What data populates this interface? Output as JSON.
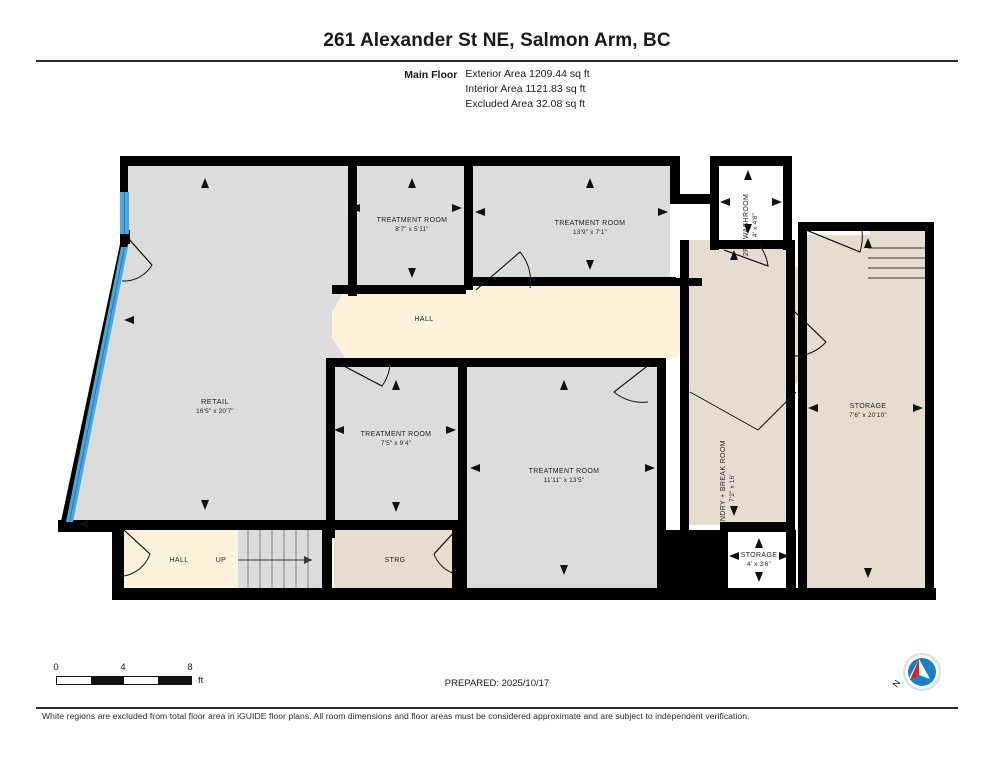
{
  "header": {
    "title": "261 Alexander St NE, Salmon Arm, BC",
    "floor_label": "Main Floor",
    "exterior_area": "Exterior Area 1209.44 sq ft",
    "interior_area": "Interior Area 1121.83 sq ft",
    "excluded_area": "Excluded Area 32.08 sq ft"
  },
  "rooms": [
    {
      "id": "retail",
      "name": "RETAIL",
      "dim": "16'5\" x 20'7\"",
      "fill": "#dcdcdc"
    },
    {
      "id": "treatment-top-1",
      "name": "TREATMENT ROOM",
      "dim": "8'7\" x 5'11\"",
      "fill": "#dcdcdc"
    },
    {
      "id": "treatment-top-2",
      "name": "TREATMENT ROOM",
      "dim": "13'9\" x 7'1\"",
      "fill": "#dcdcdc"
    },
    {
      "id": "treatment-mid",
      "name": "TREATMENT ROOM",
      "dim": "7'5\" x 9'4\"",
      "fill": "#dcdcdc"
    },
    {
      "id": "treatment-low",
      "name": "TREATMENT ROOM",
      "dim": "11'11\" x 13'5\"",
      "fill": "#dcdcdc"
    },
    {
      "id": "hall-main",
      "name": "HALL",
      "dim": "",
      "fill": "#fdf3dd"
    },
    {
      "id": "hall-bottom",
      "name": "HALL",
      "dim": "",
      "fill": "#fdf3dd"
    },
    {
      "id": "up-stairs",
      "name": "UP",
      "dim": "",
      "fill": "#dcdcdc"
    },
    {
      "id": "strg-bottom",
      "name": "STRG",
      "dim": "",
      "fill": "#e6ddd0"
    },
    {
      "id": "washroom",
      "name": "2PC WASHROOM",
      "dim": "4' x 4'8\"",
      "fill": "#ffffff"
    },
    {
      "id": "laundry-break",
      "name": "LAUNDRY + BREAK ROOM",
      "dim": "7'2\" x 16'",
      "fill": "#e6ddd0"
    },
    {
      "id": "storage-right",
      "name": "STORAGE",
      "dim": "7'6\" x 20'10\"",
      "fill": "#e6ddd0"
    },
    {
      "id": "storage-small",
      "name": "STORAGE",
      "dim": "4' x 3'6\"",
      "fill": "#ffffff"
    }
  ],
  "scale": {
    "ticks": [
      "0",
      "4",
      "8"
    ],
    "unit": "ft"
  },
  "prepared": "PREPARED: 2025/10/17",
  "compass": {
    "north_label": "N"
  },
  "disclaimer": "White regions are excluded from total floor area in iGUIDE floor plans. All room dimensions and floor areas must be considered approximate and are subject to independent verification.",
  "colors": {
    "wall": "#000000",
    "room_gray": "#dcdcdc",
    "room_hall": "#fdf3dd",
    "room_tan": "#e6ddd0",
    "excluded_white": "#ffffff",
    "window_blue": "#4da6dd",
    "compass_blue": "#1b7fc4",
    "compass_red": "#e02020"
  }
}
